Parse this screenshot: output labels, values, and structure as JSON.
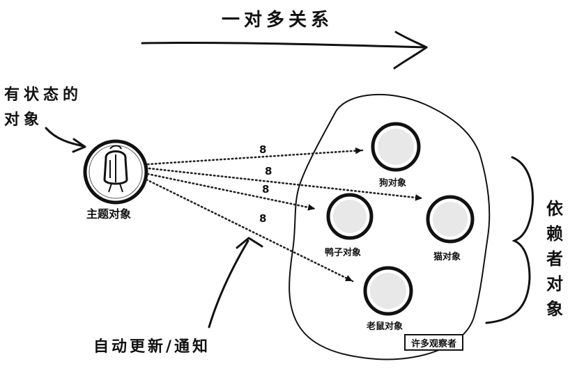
{
  "title": "一对多关系",
  "subject_note": [
    "有状态的",
    "对象"
  ],
  "subject_label": "主题对象",
  "update_note": "自动更新/通知",
  "dependents_note": "依赖者对象",
  "observer_badge": "许多观察者",
  "dependents": [
    {
      "id": "dog",
      "label": "狗对象"
    },
    {
      "id": "duck",
      "label": "鸭子对象"
    },
    {
      "id": "cat",
      "label": "猫对象"
    },
    {
      "id": "mouse",
      "label": "老鼠对象"
    }
  ],
  "arrow_values": [
    "8",
    "8",
    "8",
    "8"
  ]
}
